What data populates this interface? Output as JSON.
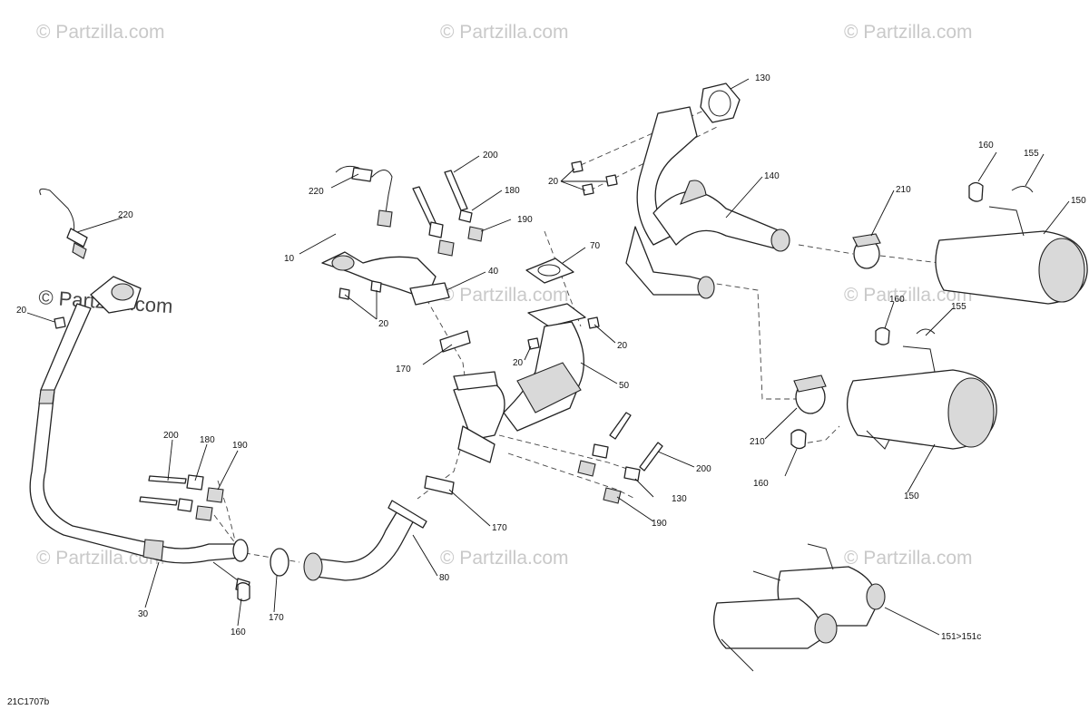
{
  "watermark": "© Partzilla.com",
  "diagram_ref": "21C1707b",
  "callouts": {
    "c130": "130",
    "c20_top": "20",
    "c140": "140",
    "c160_a": "160",
    "c155_a": "155",
    "c210_a": "210",
    "c150_a": "150",
    "c200_a": "200",
    "c180_a": "180",
    "c190_a": "190",
    "c220_a": "220",
    "c10": "10",
    "c20_b": "20",
    "c70": "70",
    "c40": "40",
    "c20_c": "20",
    "c20_d": "20",
    "c170_a": "170",
    "c50": "50",
    "c220_b": "220",
    "c20_left": "20",
    "c160_b": "160",
    "c155_b": "155",
    "c210_b": "210",
    "c160_c": "160",
    "c150_b": "150",
    "c200_b": "200",
    "c180_b": "180",
    "c190_b": "190",
    "c200_c": "200",
    "c180_c": "130",
    "c190_c": "190",
    "c170_b": "170",
    "c80": "80",
    "c30": "30",
    "c170_c": "170",
    "c160_d": "160",
    "c151": "151>151c"
  }
}
